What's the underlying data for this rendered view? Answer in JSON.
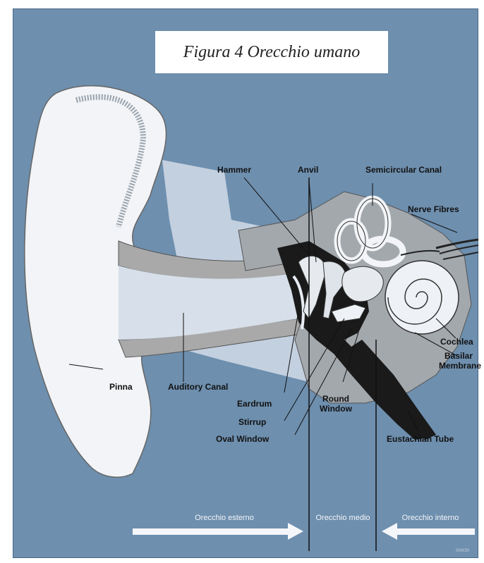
{
  "title": "Figura 4 Orecchio umano",
  "colors": {
    "background": "#6e8fae",
    "ear_fill": "#f2f4f7",
    "tissue": "#c7d3e2",
    "bone": "#a9a9a9",
    "cavity": "#1a1a1a",
    "line": "#111111",
    "label_text": "#111111",
    "zone_text": "#f4f6fa"
  },
  "labels": {
    "hammer": "Hammer",
    "anvil": "Anvil",
    "semicircular_canal": "Semicircular Canal",
    "nerve_fibres": "Nerve Fibres",
    "cochlea": "Cochlea",
    "basilar_membrane": "Basilar Membrane",
    "pinna": "Pinna",
    "auditory_canal": "Auditory Canal",
    "eardrum": "Eardrum",
    "round_window": "Round Window",
    "stirrup": "Stirrup",
    "oval_window": "Oval Window",
    "eustachian_tube": "Eustachian Tube"
  },
  "zones": {
    "outer": "Orecchio esterno",
    "middle": "Orecchio medio",
    "inner": "Orecchio interno"
  },
  "corner_mark": "00930"
}
